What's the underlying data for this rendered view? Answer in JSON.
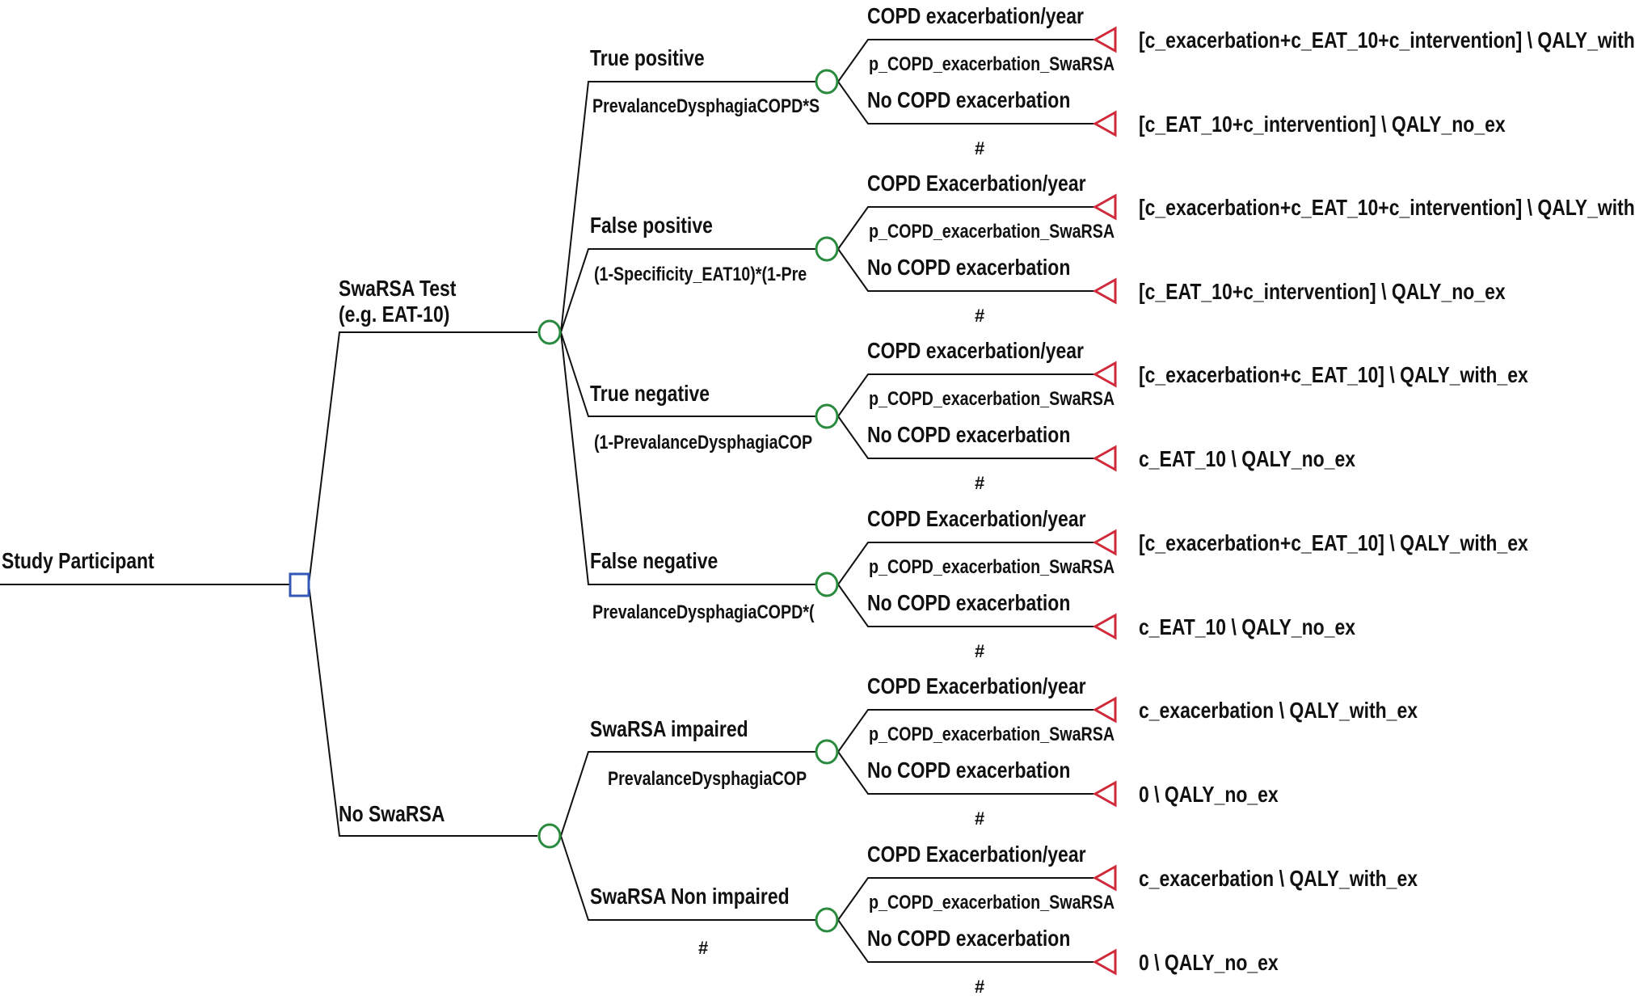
{
  "colors": {
    "decision_node": "#3358b8",
    "chance_node": "#2a8a3e",
    "terminal_node": "#d02a3a",
    "line": "#111111"
  },
  "root": {
    "label": "Study Participant"
  },
  "strategies": [
    {
      "label": "SwaRSA Test\n(e.g. EAT-10)"
    },
    {
      "label": "No  SwaRSA"
    }
  ],
  "branches": [
    {
      "label": "True positive",
      "prob": "PrevalanceDysphagiaCOPD*S"
    },
    {
      "label": "False positive",
      "prob": "(1-Specificity_EAT10)*(1-Pre"
    },
    {
      "label": "True negative",
      "prob": "(1-PrevalanceDysphagiaCOP"
    },
    {
      "label": "False negative",
      "prob": "PrevalanceDysphagiaCOPD*("
    },
    {
      "label": "SwaRSA impaired",
      "prob": "PrevalanceDysphagiaCOP"
    },
    {
      "label": "SwaRSA Non impaired",
      "prob": "#"
    }
  ],
  "outcomes": [
    {
      "exac_label": "COPD exacerbation/year",
      "exac_prob": "p_COPD_exacerbation_SwaRSA",
      "no_exac_label": "No COPD exacerbation",
      "no_exac_prob": "#",
      "payoff_exac": "[c_exacerbation+c_EAT_10+c_intervention] \\ QALY_with",
      "payoff_no_exac": "[c_EAT_10+c_intervention] \\ QALY_no_ex"
    },
    {
      "exac_label": "COPD Exacerbation/year",
      "exac_prob": "p_COPD_exacerbation_SwaRSA",
      "no_exac_label": "No COPD exacerbation",
      "no_exac_prob": "#",
      "payoff_exac": "[c_exacerbation+c_EAT_10+c_intervention] \\ QALY_with",
      "payoff_no_exac": "[c_EAT_10+c_intervention] \\ QALY_no_ex"
    },
    {
      "exac_label": "COPD exacerbation/year",
      "exac_prob": "p_COPD_exacerbation_SwaRSA",
      "no_exac_label": "No COPD exacerbation",
      "no_exac_prob": "#",
      "payoff_exac": "[c_exacerbation+c_EAT_10] \\ QALY_with_ex",
      "payoff_no_exac": "c_EAT_10 \\ QALY_no_ex"
    },
    {
      "exac_label": "COPD Exacerbation/year",
      "exac_prob": "p_COPD_exacerbation_SwaRSA",
      "no_exac_label": "No COPD exacerbation",
      "no_exac_prob": "#",
      "payoff_exac": "[c_exacerbation+c_EAT_10] \\ QALY_with_ex",
      "payoff_no_exac": "c_EAT_10 \\ QALY_no_ex"
    },
    {
      "exac_label": "COPD Exacerbation/year",
      "exac_prob": "p_COPD_exacerbation_SwaRSA",
      "no_exac_label": "No COPD exacerbation",
      "no_exac_prob": "#",
      "payoff_exac": "c_exacerbation \\ QALY_with_ex",
      "payoff_no_exac": "0 \\ QALY_no_ex"
    },
    {
      "exac_label": "COPD Exacerbation/year",
      "exac_prob": "p_COPD_exacerbation_SwaRSA",
      "no_exac_label": "No COPD exacerbation",
      "no_exac_prob": "#",
      "payoff_exac": "c_exacerbation \\ QALY_with_ex",
      "payoff_no_exac": "0 \\ QALY_no_ex"
    }
  ]
}
